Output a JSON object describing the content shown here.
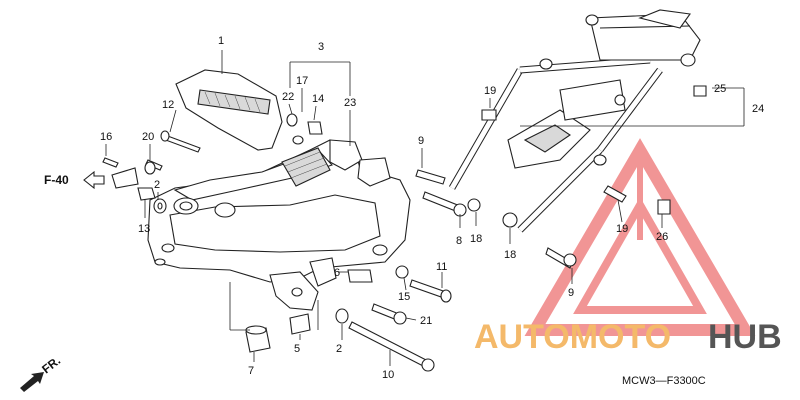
{
  "diagram": {
    "part_labels": [
      "1",
      "3",
      "17",
      "22",
      "14",
      "23",
      "12",
      "16",
      "20",
      "2",
      "13",
      "19",
      "25",
      "24",
      "9",
      "8",
      "18",
      "6",
      "11",
      "15",
      "5",
      "21",
      "2",
      "7",
      "10",
      "18",
      "9",
      "19",
      "26"
    ],
    "callout_f40": "F-40",
    "direction_label": "FR.",
    "code": "MCW3—F3300C"
  },
  "watermark": {
    "brand_a": "AUTOMOTO",
    "brand_b": "HUB",
    "color_a": "#f4b96a",
    "color_b": "#555555",
    "logo_color": "#f08a8a"
  }
}
